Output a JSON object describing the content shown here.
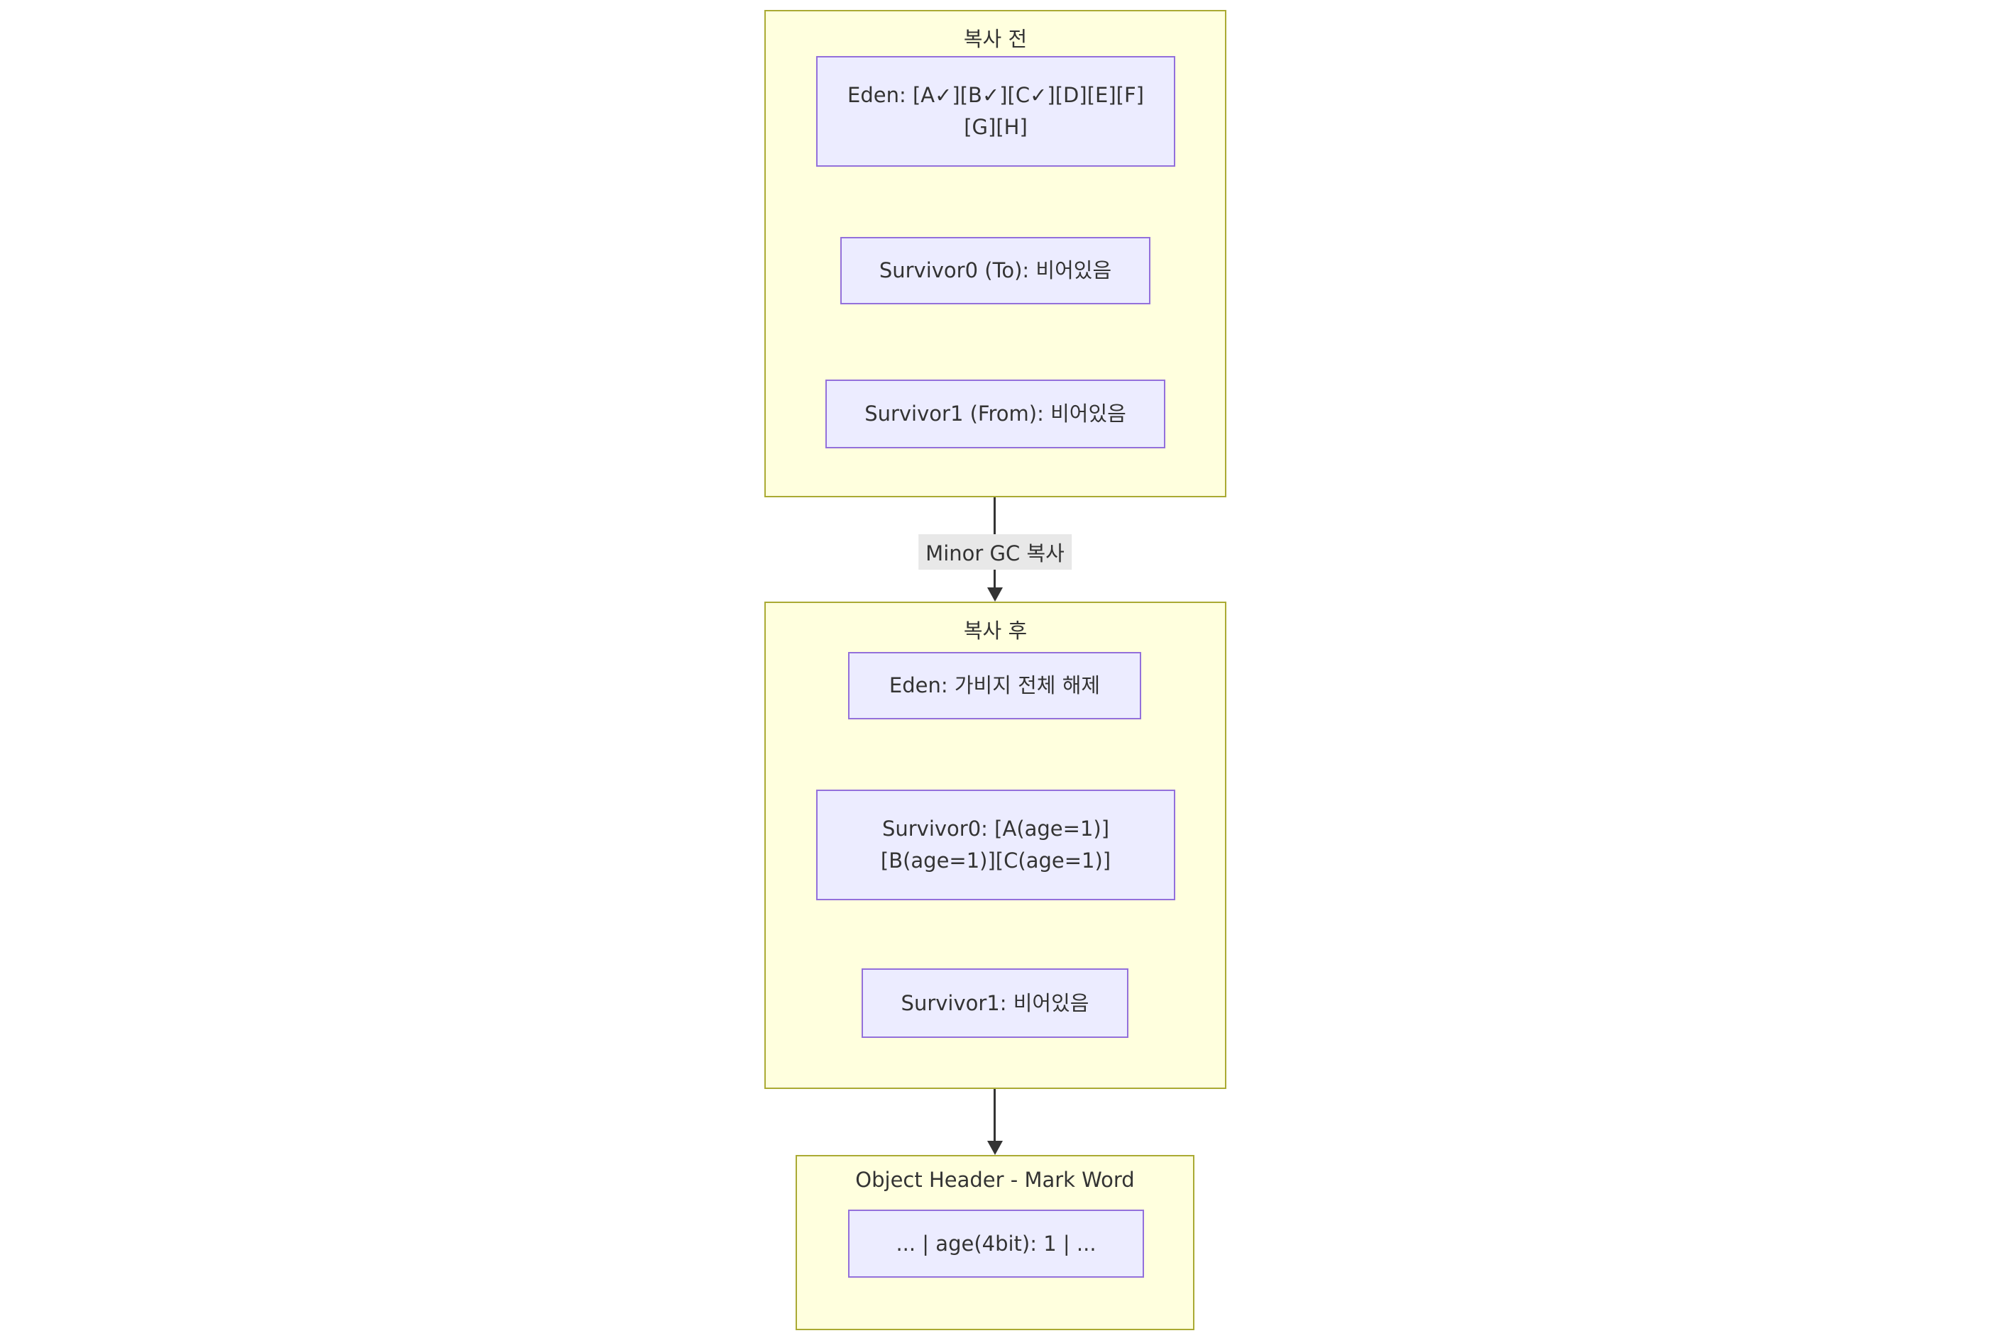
{
  "diagram": {
    "before": {
      "title": "복사 전",
      "eden_line1": "Eden: [A✓][B✓][C✓][D][E][F]",
      "eden_line2": "[G][H]",
      "survivor0": "Survivor0 (To): 비어있음",
      "survivor1": "Survivor1 (From): 비어있음"
    },
    "edge1": {
      "label": "Minor GC 복사"
    },
    "after": {
      "title": "복사 후",
      "eden": "Eden: 가비지 전체 해제",
      "survivor0_line1": "Survivor0: [A(age=1)]",
      "survivor0_line2": "[B(age=1)][C(age=1)]",
      "survivor1": "Survivor1: 비어있음"
    },
    "object_header": {
      "title": "Object Header - Mark Word",
      "mark_word": "... | age(4bit): 1 | ..."
    },
    "colors": {
      "cluster_fill": "#ffffde",
      "cluster_border": "#aaaa33",
      "node_fill": "#ececff",
      "node_border": "#9370db",
      "edge_label_bg": "#e8e8e8",
      "line": "#333333",
      "text": "#333333",
      "background": "#ffffff"
    }
  }
}
